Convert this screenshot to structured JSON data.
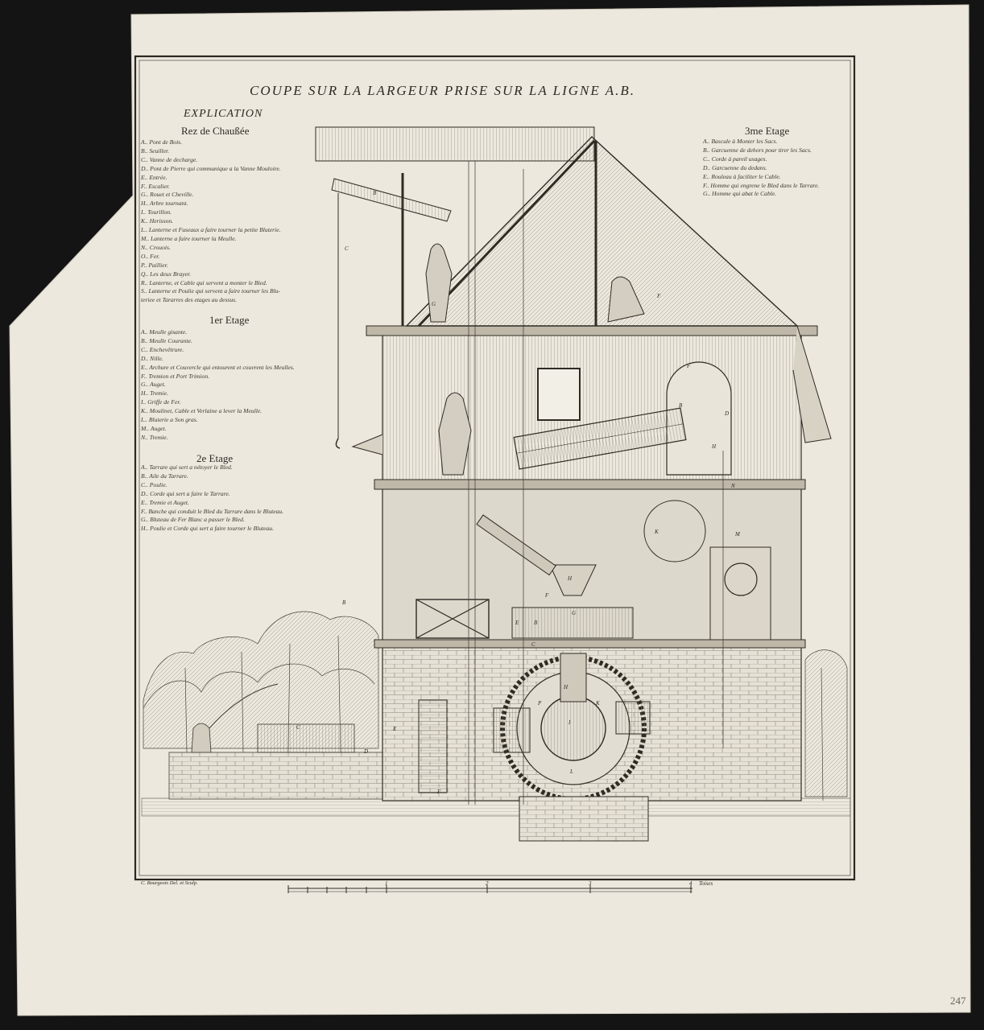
{
  "plate": {
    "title": "COUPE SUR LA LARGEUR PRISE SUR LA LIGNE A.B.",
    "explication_heading": "EXPLICATION",
    "credit": "C. Bourgeois Del. et Sculp.",
    "folio": "247"
  },
  "legend": {
    "rez": {
      "heading": "Rez de Chaußée",
      "items": [
        "A.. Pont de Bois.",
        "B.. Seuiller.",
        "C.. Vanne de decharge.",
        "D.. Pont de Pierre qui communique a la Vanne Mouloire.",
        "E.. Entrée.",
        "F.. Escalier.",
        "G.. Rouet et Cheville.",
        "H.. Arbre tournant.",
        "I.. Tourillon.",
        "K.. Herisson.",
        "L.. Lanterne et Fuseaux a faire tourner la petite Bluterie.",
        "M.. Lanterne a faire tourner la Meulle.",
        "N.. Crouois.",
        "O.. Fer.",
        "P.. Paillier.",
        "Q.. Les deux Brayer.",
        "R.. Lanterne, et Cable qui servent a monter le Bled.",
        "S.. Lanterne et Poulie qui servent a faire tourner les Blu-",
        "teriee et Tararres des etages au dessus."
      ]
    },
    "etage1": {
      "heading": "1er Etage",
      "items": [
        "A.. Meulle gisante.",
        "B.. Meulle Courante.",
        "C.. Enchevêtrure.",
        "D.. Nille.",
        "E.. Archure et Couvercle qui entourent et couvrent les Meulles.",
        "F.. Tremion et Port Trimion.",
        "G.. Auget.",
        "H.. Tremie.",
        "I.. Griffe de Fer.",
        "K.. Moulinet, Cable et Verlaine a lever la Meulle.",
        "L.. Bluterie a Son gras.",
        "M.. Auget.",
        "N.. Tremie."
      ]
    },
    "etage2": {
      "heading": "2e Etage",
      "items": [
        "A.. Tarrare qui sert a nétoyer le Bled.",
        "B.. Aile du Tarrare.",
        "C.. Poulie.",
        "D.. Corde qui sert a faire le Tarrare.",
        "E.. Tremie et Auget.",
        "F.. Banche qui conduit le Bled du Tarrare dans le Bluteau.",
        "G.. Bluteau de Fer Blanc a passer le Bled.",
        "H.. Poulie et Corde qui sert a faire tourner le Bluteau."
      ]
    },
    "etage3": {
      "heading": "3me Etage",
      "items": [
        "A.. Bascule à Monter les Sacs.",
        "B.. Garcuenne de dehors pour tirer les Sacs.",
        "C.. Corde à pareil usages.",
        "D.. Garcuenne du dedans.",
        "E.. Rouleau à faciliter le Cable.",
        "F.. Homme qui engrene le Bled dans le Tarrare.",
        "G.. Homme qui abat le Cable."
      ]
    }
  },
  "scale": {
    "ticks": [
      "1",
      "2",
      "3",
      "4"
    ],
    "unit": "Toises"
  },
  "letters": {
    "c_rope": "C",
    "b_pulley": "B",
    "g_man": "G",
    "f_man": "F",
    "f_hopper": "F",
    "b_sieve": "B",
    "d_right": "D",
    "h_right": "H",
    "n_hopper": "N",
    "m_box": "M",
    "k_wheel": "K",
    "h_hopper": "H",
    "f_mill": "F",
    "b_mill": "B",
    "g_mill": "G",
    "e_mill": "E",
    "c_floor": "C",
    "h_shaft": "H",
    "k_gear": "K",
    "i_gear": "I",
    "l_gear": "L",
    "p_gear": "P",
    "e_door": "E",
    "f_stair": "F",
    "c_sluice": "C",
    "d_bridge": "D",
    "b_trees": "B"
  }
}
